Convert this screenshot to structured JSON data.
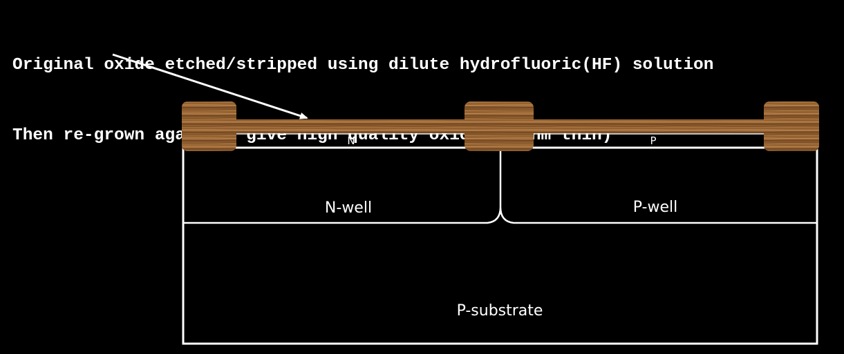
{
  "caption": {
    "line1": "Original oxide etched/stripped using dilute hydrofluoric(HF) solution",
    "line2": "Then re-grown again to give high quality oxide (~10nm thin)"
  },
  "labels": {
    "n_region": "N",
    "p_region": "P",
    "n_well": "N-well",
    "p_well": "P-well",
    "substrate": "P-substrate"
  },
  "colors": {
    "background": "#000000",
    "lines": "#ffffff",
    "oxide_wood": "#8b5a2b"
  }
}
